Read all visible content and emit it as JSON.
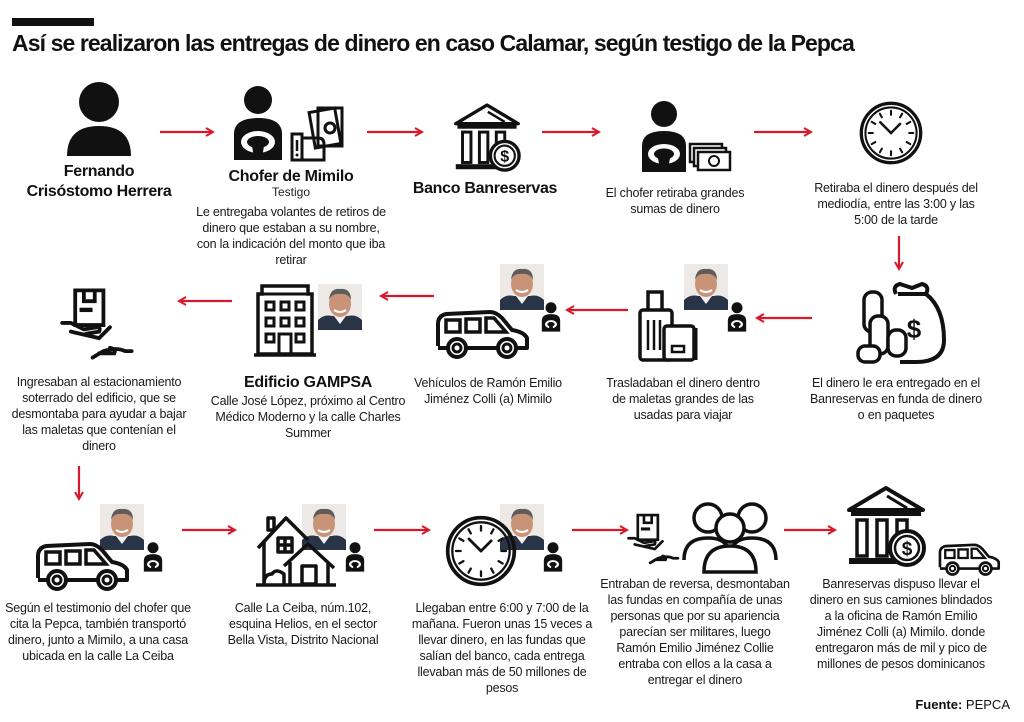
{
  "title": "Así se realizaron las entregas de dinero en caso Calamar, según testigo de la Pepca",
  "colors": {
    "arrow": "#d7192b",
    "ink": "#111111"
  },
  "row1": [
    {
      "icon": "person-icon",
      "name_line1": "Fernando",
      "name_line2": "Crisóstomo Herrera"
    },
    {
      "icon": "driver-with-money-icon",
      "name": "Chofer de Mimilo",
      "subtitle": "Testigo",
      "desc": "Le entregaba volantes de retiros de dinero que estaban a su nombre, con la indicación del monto que iba retirar"
    },
    {
      "icon": "bank-dollar-icon",
      "name": "Banco Banreservas"
    },
    {
      "icon": "driver-cash-icon",
      "desc": "El chofer retiraba grandes sumas de dinero"
    },
    {
      "icon": "clock-icon",
      "desc": "Retiraba el dinero después del mediodía, entre las 3:00 y las 5:00 de la tarde"
    }
  ],
  "row2": [
    {
      "icon": "money-bag-coins-icon",
      "desc": "El dinero le era entregado en el Banreservas en funda de dinero o en paquetes"
    },
    {
      "icon": "suitcases-icon",
      "desc": "Trasladaban el dinero dentro de maletas grandes de las usadas para viajar"
    },
    {
      "icon": "suv-icon",
      "desc": "Vehículos de Ramón Emilio Jiménez Colli (a) Mimilo"
    },
    {
      "icon": "building-icon",
      "name": "Edificio GAMPSA",
      "desc": "Calle José López, próximo al Centro Médico Moderno y la calle Charles Summer"
    },
    {
      "icon": "package-handover-icon",
      "desc": "Ingresaban al estacionamiento soterrado del edificio, que se desmontaba para ayudar a bajar las maletas que contenían el dinero"
    }
  ],
  "row3": [
    {
      "icon": "suv-icon",
      "desc": "Según el testimonio del chofer que cita la Pepca, también transportó dinero, junto a Mimilo, a una casa ubicada en la calle La Ceiba"
    },
    {
      "icon": "house-icon",
      "desc": "Calle La Ceiba, núm.102, esquina Helios, en el sector Bella Vista, Distrito Nacional"
    },
    {
      "icon": "clock-icon",
      "desc": "Llegaban entre 6:00 y 7:00 de la mañana. Fueron unas 15 veces a llevar dinero, en las fundas que salían del banco, cada entrega llevaban más de 50 millones de pesos"
    },
    {
      "icon": "group-people-icon",
      "desc": "Entraban de reversa, desmontaban las fundas en compañía de unas personas que por su apariencia parecían ser militares, luego Ramón Emilio Jiménez Collie entraba con ellos a la casa a entregar el dinero"
    },
    {
      "icon": "bank-dollar-icon",
      "desc": "Banreservas dispuso llevar el dinero en sus camiones blindados a la oficina de Ramón Emilio Jiménez Colli (a) Mimilo. donde entregaron más de mil y pico de millones de pesos dominicanos"
    }
  ],
  "source": {
    "label": "Fuente:",
    "value": "PEPCA"
  }
}
